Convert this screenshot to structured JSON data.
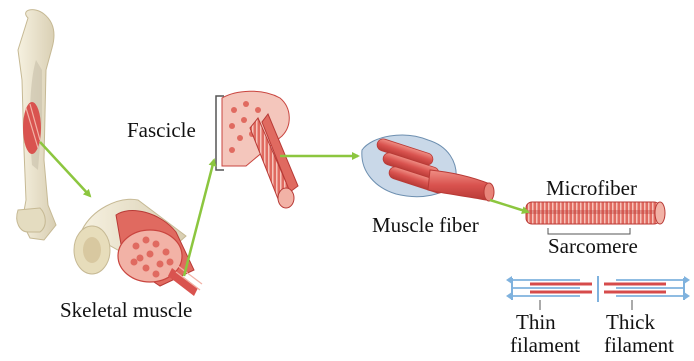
{
  "labels": {
    "fascicle": "Fascicle",
    "skeletal_muscle": "Skeletal muscle",
    "muscle_fiber": "Muscle fiber",
    "microfiber": "Microfiber",
    "sarcomere": "Sarcomere",
    "thin": "Thin",
    "thick": "Thick",
    "filament": "filament"
  },
  "colors": {
    "arrow": "#8cc63f",
    "bone": "#ece5cd",
    "muscle": "#d9534f",
    "muscle_light": "#f2b2a6",
    "fiber_bundle": "#c9d8e8",
    "thin_filament": "#7fb2de",
    "thick_filament": "#d64b4b"
  },
  "icons": {
    "leg": "leg-anatomy-icon",
    "muscle_section": "skeletal-muscle-section-icon",
    "fascicle": "fascicle-icon",
    "fiber": "muscle-fiber-icon",
    "myofibril": "microfiber-icon",
    "sarcomere": "sarcomere-filaments-icon"
  }
}
